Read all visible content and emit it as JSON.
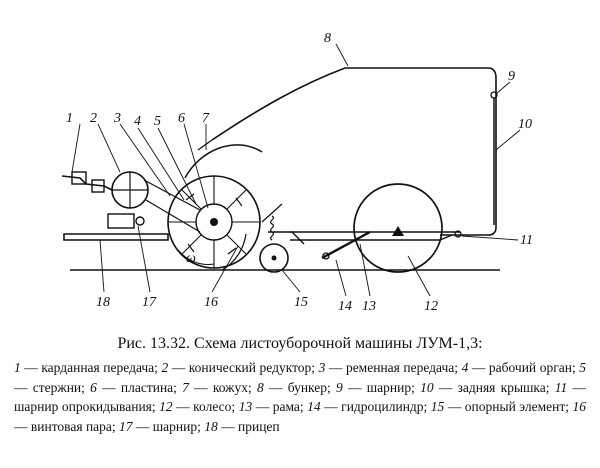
{
  "labels": [
    {
      "key": "1",
      "text": "1"
    },
    {
      "key": "2",
      "text": "2"
    },
    {
      "key": "3",
      "text": "3"
    },
    {
      "key": "4",
      "text": "4"
    },
    {
      "key": "5",
      "text": "5"
    },
    {
      "key": "6",
      "text": "6"
    },
    {
      "key": "7",
      "text": "7"
    },
    {
      "key": "8",
      "text": "8"
    },
    {
      "key": "9",
      "text": "9"
    },
    {
      "key": "10",
      "text": "10"
    },
    {
      "key": "11",
      "text": "11"
    },
    {
      "key": "12",
      "text": "12"
    },
    {
      "key": "13",
      "text": "13"
    },
    {
      "key": "14",
      "text": "14"
    },
    {
      "key": "15",
      "text": "15"
    },
    {
      "key": "16",
      "text": "16"
    },
    {
      "key": "17",
      "text": "17"
    },
    {
      "key": "18",
      "text": "18"
    }
  ],
  "omega": "ω",
  "caption": "Рис. 13.32. Схема листоуборочной машины ЛУМ-1,3:",
  "legend": [
    {
      "num": "1",
      "text": " — карданная передача; "
    },
    {
      "num": "2",
      "text": " — конический редуктор; "
    },
    {
      "num": "3",
      "text": " — ременная передача; "
    },
    {
      "num": "4",
      "text": " — рабочий орган; "
    },
    {
      "num": "5",
      "text": " — стержни; "
    },
    {
      "num": "6",
      "text": " — пластина; "
    },
    {
      "num": "7",
      "text": " — кожух; "
    },
    {
      "num": "8",
      "text": " — бункер; "
    },
    {
      "num": "9",
      "text": " — шарнир; "
    },
    {
      "num": "10",
      "text": " — задняя крышка; "
    },
    {
      "num": "11",
      "text": " — шарнир опрокидывания; "
    },
    {
      "num": "12",
      "text": " — колесо; "
    },
    {
      "num": "13",
      "text": " — рама; "
    },
    {
      "num": "14",
      "text": " — гидроцилиндр; "
    },
    {
      "num": "15",
      "text": " — опорный элемент; "
    },
    {
      "num": "16",
      "text": " — винтовая пара; "
    },
    {
      "num": "17",
      "text": " — шарнир; "
    },
    {
      "num": "18",
      "text": " — прицеп"
    }
  ]
}
